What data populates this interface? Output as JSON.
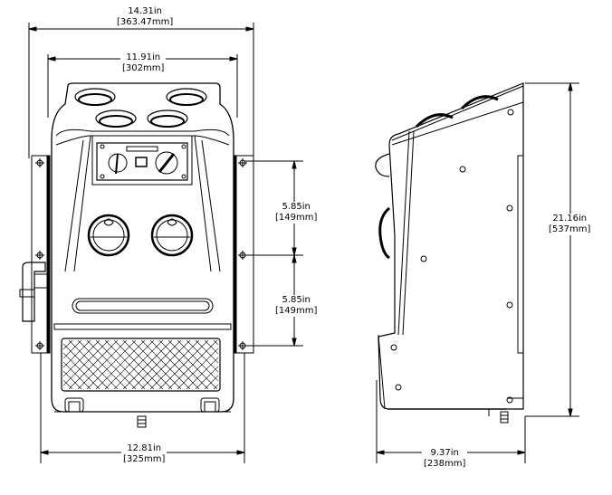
{
  "drawing": {
    "title": "Heater unit dimension drawing",
    "views": [
      "front-view",
      "side-view"
    ]
  },
  "dimensions": {
    "overall_width": {
      "inches": "14.31in",
      "mm": "[363.47mm]"
    },
    "top_width": {
      "inches": "11.91in",
      "mm": "[302mm]"
    },
    "bottom_width": {
      "inches": "12.81in",
      "mm": "[325mm]"
    },
    "mount_spacing_upper": {
      "inches": "5.85in",
      "mm": "[149mm]"
    },
    "mount_spacing_lower": {
      "inches": "5.85in",
      "mm": "[149mm]"
    },
    "depth": {
      "inches": "9.37in",
      "mm": "[238mm]"
    },
    "height": {
      "inches": "21.16in",
      "mm": "[537mm]"
    }
  },
  "colors": {
    "line": "#000000",
    "background": "#ffffff"
  }
}
